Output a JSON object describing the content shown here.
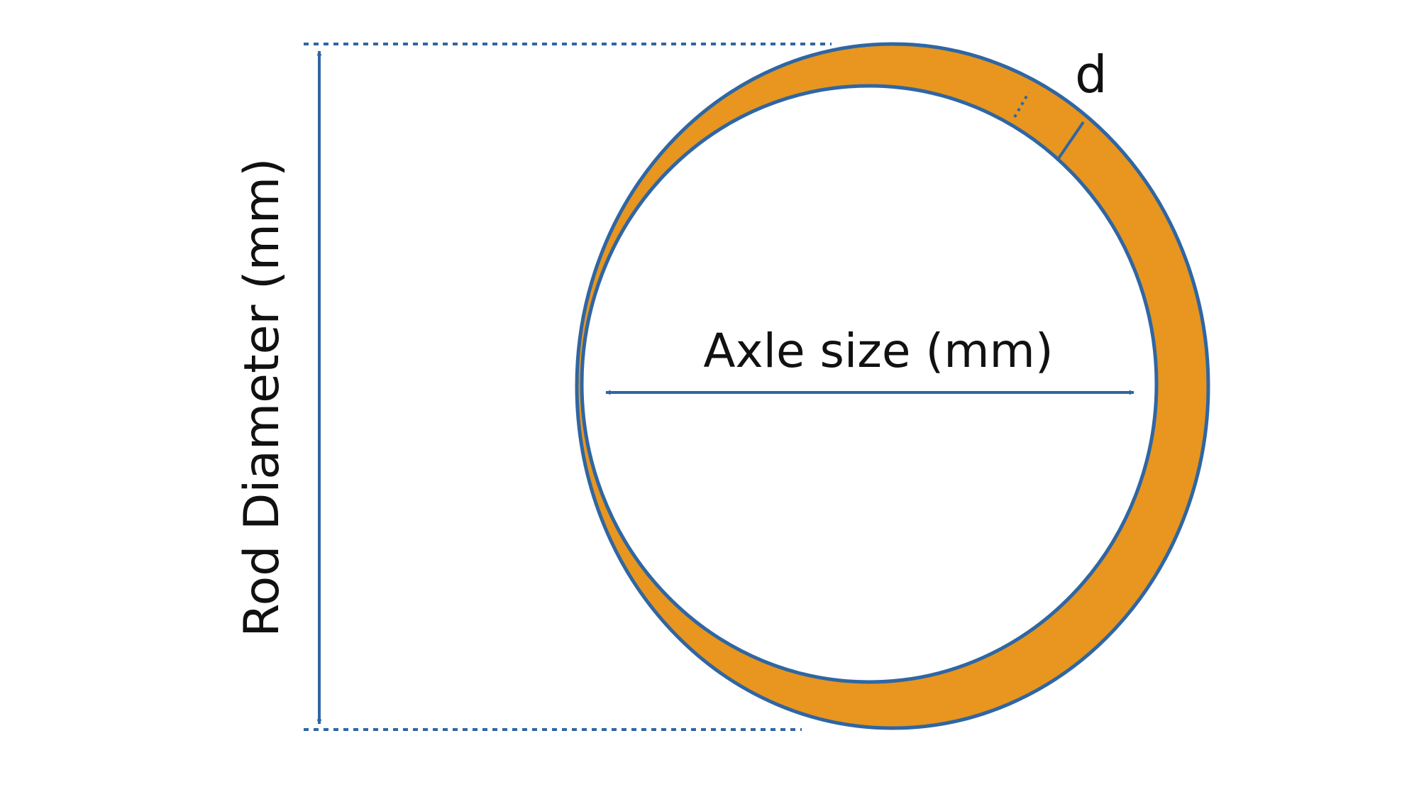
{
  "labels": {
    "rod_diameter": "Rod Diameter (mm)",
    "axle_size": "Axle size (mm)",
    "thickness": "d"
  },
  "colors": {
    "ring_fill": "#E8961F",
    "outline": "#2F66A3",
    "text": "#111111",
    "background": "#FFFFFF"
  }
}
